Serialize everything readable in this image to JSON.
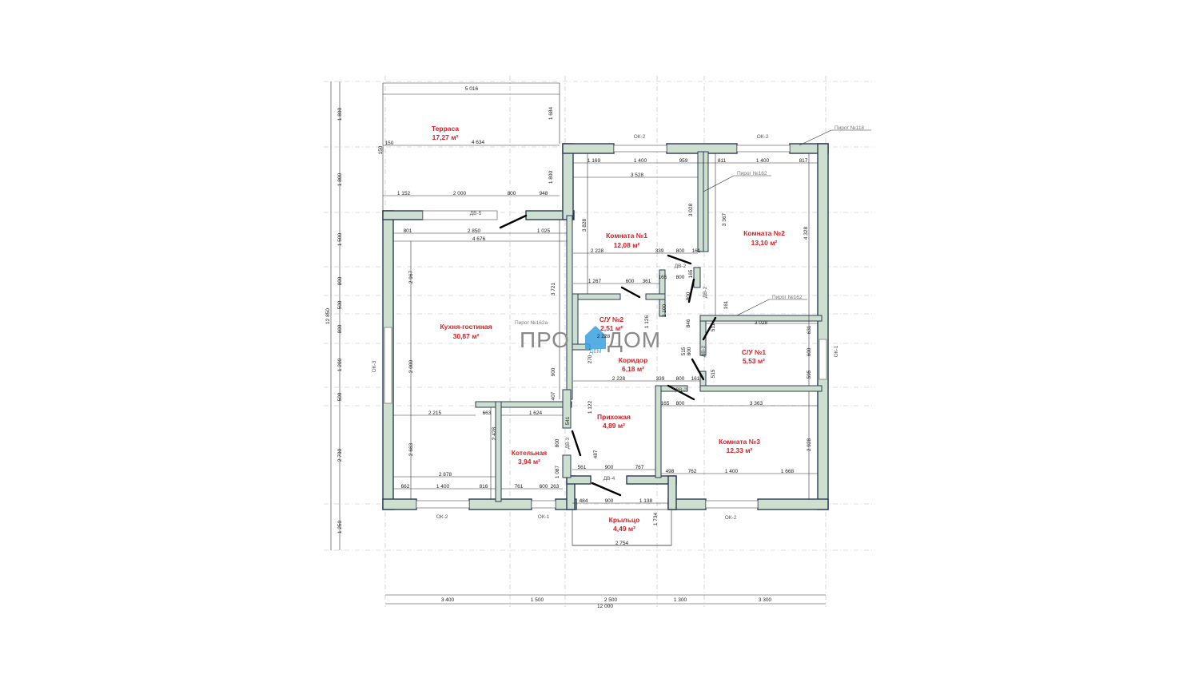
{
  "rooms": [
    {
      "name": "Терраса",
      "area": "17,27 м²"
    },
    {
      "name": "Кухня-гостиная",
      "area": "30,87 м²"
    },
    {
      "name": "Комната №1",
      "area": "12,08 м²"
    },
    {
      "name": "Комната №2",
      "area": "13,10 м²"
    },
    {
      "name": "С/У №2",
      "area": "2,51 м²"
    },
    {
      "name": "С/У №1",
      "area": "5,53 м²"
    },
    {
      "name": "Коридор",
      "area": "6,18 м²"
    },
    {
      "name": "Прихожая",
      "area": "4,89 м²"
    },
    {
      "name": "Котельная",
      "area": "3,94 м²"
    },
    {
      "name": "Комната №3",
      "area": "12,33 м²"
    },
    {
      "name": "Крыльцо",
      "area": "4,49 м²"
    }
  ],
  "labels": {
    "ok1": "ОК-1",
    "ok2": "ОК-2",
    "ok3": "ОК-3",
    "dv2": "ДВ-2",
    "dv3": "ДВ-3",
    "dv4": "ДВ-4",
    "dv5": "ДВ-5"
  },
  "callouts": {
    "p118": "Пирог №118",
    "p162": "Пирог №162",
    "p162a": "Пирог №162а"
  },
  "watermark": {
    "left": "ПРО",
    "right": "ДОМ",
    "badge": "ДЕМ"
  },
  "dims": {
    "bottom": [
      "3 400",
      "1 500",
      "2 500",
      "1 300",
      "3 300"
    ],
    "bottom_total": "12 000",
    "left": [
      "1 800",
      "1 800",
      "1 500",
      "800",
      "500",
      "800",
      "1 200",
      "500",
      "2 700",
      "1 250"
    ],
    "left_total": "12 850",
    "terrace": [
      "5 016",
      "4 634",
      "1 684",
      "1 800",
      "150",
      "150"
    ],
    "terrace_bottom": [
      "1 152",
      "2 000",
      "800",
      "948"
    ],
    "kitchen_top": [
      "801",
      "2 850",
      "1 025",
      "4 676"
    ],
    "kitchen": [
      "2 967",
      "3 721",
      "2 000",
      "900",
      "407",
      "2 663",
      "2 215",
      "663",
      "2 878",
      "662",
      "1 400",
      "816"
    ],
    "boiler": [
      "1 624",
      "2 428",
      "761",
      "600",
      "263",
      "1 087"
    ],
    "room1": [
      "1 169",
      "1 400",
      "959",
      "3 528",
      "3 828",
      "3 028",
      "2 228",
      "339",
      "800",
      "161"
    ],
    "room2": [
      "811",
      "1 400",
      "817",
      "3 367",
      "4 328"
    ],
    "su2": [
      "1 267",
      "600",
      "361",
      "165",
      "800",
      "165",
      "2 100",
      "1 126",
      "2 228",
      "270"
    ],
    "corridor": [
      "2 228",
      "339",
      "800",
      "161",
      "846",
      "800",
      "515",
      "800",
      "161"
    ],
    "su1": [
      "3 028",
      "631",
      "600",
      "595",
      "511",
      "515"
    ],
    "hall": [
      "1 122",
      "541",
      "800",
      "487",
      "561",
      "900",
      "767"
    ],
    "room3": [
      "165",
      "800",
      "3 363",
      "2 928",
      "498",
      "762",
      "1 400",
      "1 668"
    ],
    "porch": [
      "484",
      "900",
      "1 138",
      "1 734",
      "2 754"
    ]
  },
  "colors": {
    "room_label": "#d81f26",
    "wall_fill": "#cddfcf",
    "wall_stroke": "#2b3a55",
    "watermark_accent": "#3aa0e0"
  }
}
